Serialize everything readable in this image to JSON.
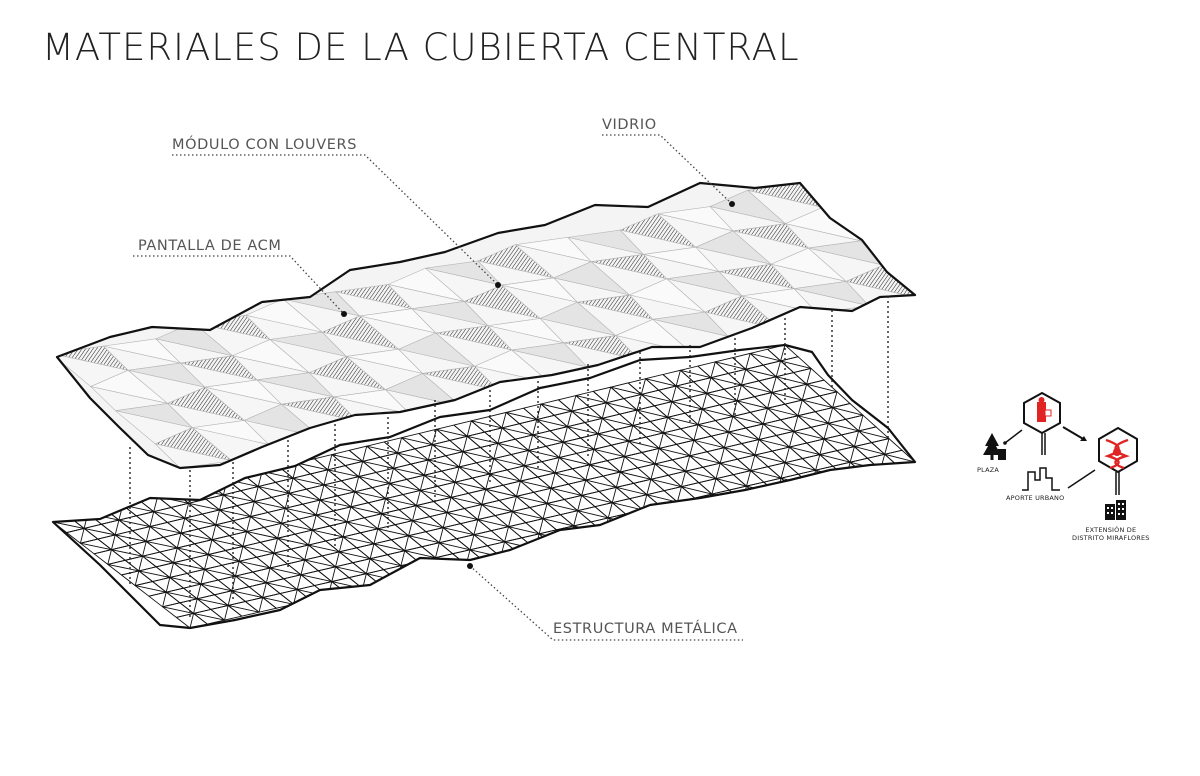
{
  "title": "MATERIALES DE LA CUBIERTA CENTRAL",
  "callouts": {
    "modulo": "MÓDULO CON LOUVERS",
    "vidrio": "VIDRIO",
    "pantalla": "PANTALLA DE ACM",
    "estructura": "ESTRUCTURA METÁLICA"
  },
  "legend": {
    "plaza": "PLAZA",
    "aporte": "APORTE URBANO",
    "extension_line1": "EXTENSIÓN DE",
    "extension_line2": "DISTRITO MIRAFLORES"
  },
  "colors": {
    "line": "#111111",
    "accent": "#e02424",
    "panel": "#f4f4f4"
  },
  "icons": [
    "tree-icon",
    "person-icon",
    "building-icon",
    "dna-icon",
    "skyline-icon"
  ]
}
